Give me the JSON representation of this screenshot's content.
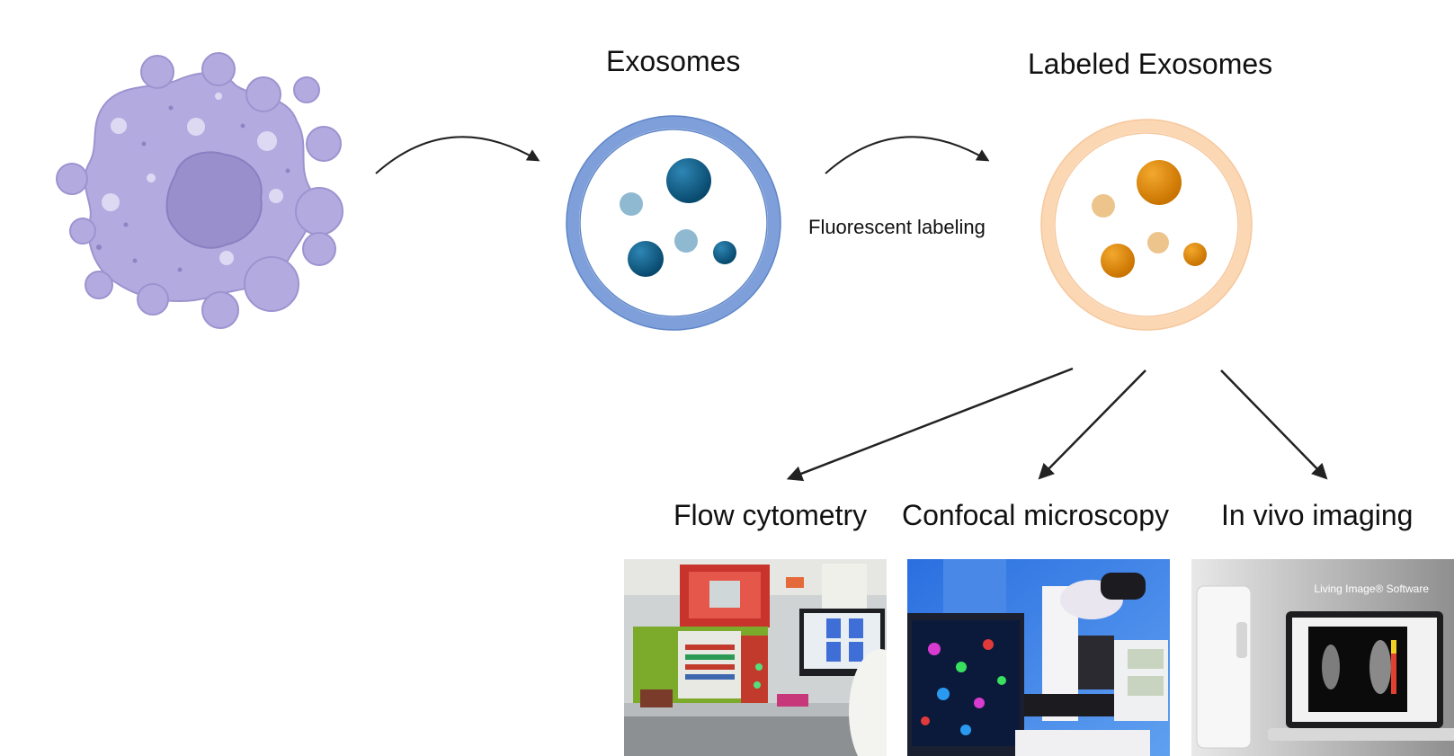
{
  "labels": {
    "exosomes": "Exosomes",
    "labeled_exosomes": "Labeled Exosomes",
    "fluorescent_labeling": "Fluorescent labeling",
    "flow_cytometry": "Flow cytometry",
    "confocal_microscopy": "Confocal microscopy",
    "in_vivo_imaging": "In vivo imaging"
  },
  "photos": {
    "in_vivo_software_text": "Living Image® Software"
  },
  "colors": {
    "cell": "#b3abe0",
    "cell_outline": "#9d93cf",
    "nucleus": "#9a8fcd",
    "exosome_ring": "#7e9fd9",
    "exosome_particle": "#0d5a85",
    "exosome_particle_light": "#8fb9d0",
    "labeled_ring": "#fbd7b4",
    "labeled_particle": "#dd8a10",
    "labeled_particle_light": "#edc48c"
  }
}
